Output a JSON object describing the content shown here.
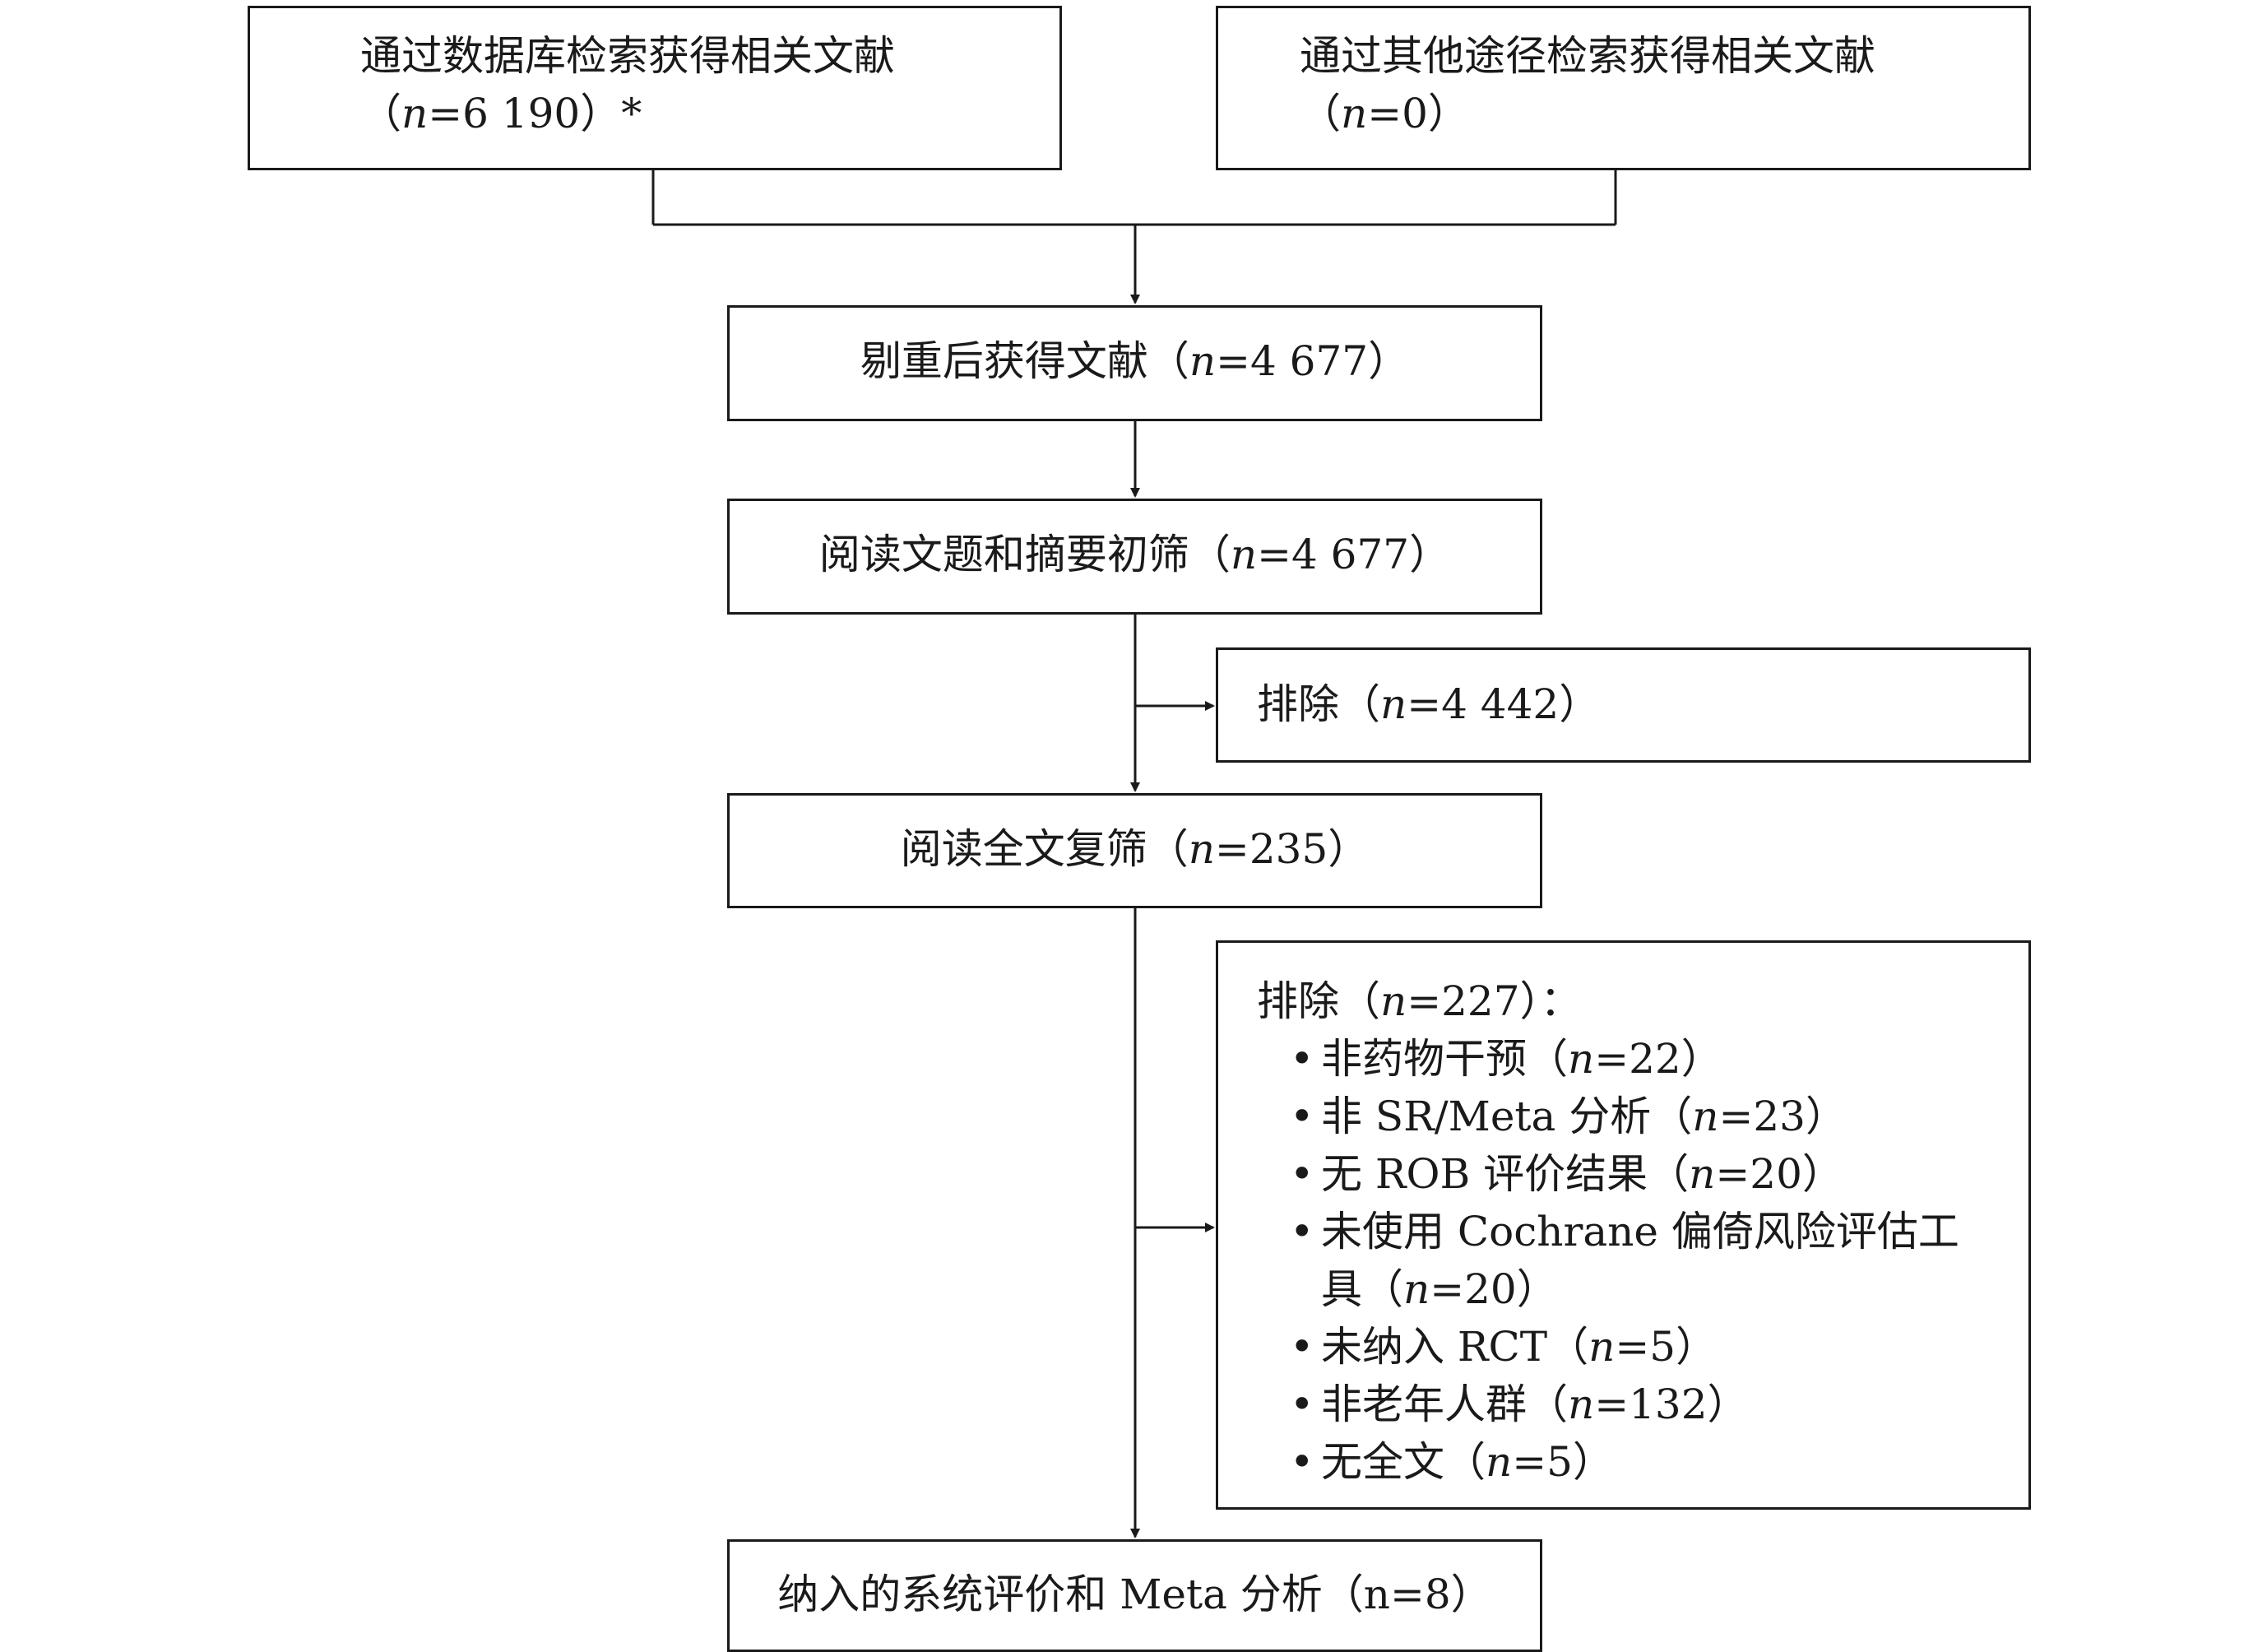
{
  "boxes": {
    "db_search": {
      "line1": "通过数据库检索获得相关文献",
      "line2_pre": "（",
      "n_var": "n",
      "line2_post": "=6 190）*"
    },
    "other_search": {
      "line1": "通过其他途径检索获得相关文献",
      "line2_pre": "（",
      "n_var": "n",
      "line2_post": "=0）"
    },
    "dedup": {
      "pre": "剔重后获得文献（",
      "n_var": "n",
      "post": "=4 677）"
    },
    "title_screen": {
      "pre": "阅读文题和摘要初筛（",
      "n_var": "n",
      "post": "=4 677）"
    },
    "exclude1": {
      "pre": "排除（",
      "n_var": "n",
      "post": "=4 442）"
    },
    "fulltext": {
      "pre": "阅读全文复筛（",
      "n_var": "n",
      "post": "=235）"
    },
    "exclude2": {
      "heading_pre": "排除（",
      "n_var": "n",
      "heading_post": "=227）：",
      "bullet": "•",
      "items": [
        {
          "pre": "非药物干预（",
          "n_var": "n",
          "post": "=22）"
        },
        {
          "pre": "非 SR/Meta 分析（",
          "n_var": "n",
          "post": "=23）"
        },
        {
          "pre": "无 ROB 评价结果（",
          "n_var": "n",
          "post": "=20）"
        },
        {
          "pre": "未使用 Cochrane 偏倚风险评估工",
          "cont_pre": "具（",
          "n_var": "n",
          "post": "=20）"
        },
        {
          "pre": "未纳入 RCT（",
          "n_var": "n",
          "post": "=5）"
        },
        {
          "pre": "非老年人群（",
          "n_var": "n",
          "post": "=132）"
        },
        {
          "pre": "无全文（",
          "n_var": "n",
          "post": "=5）"
        }
      ]
    },
    "included": {
      "text": "纳入的系统评价和 Meta 分析（n=8）"
    }
  }
}
